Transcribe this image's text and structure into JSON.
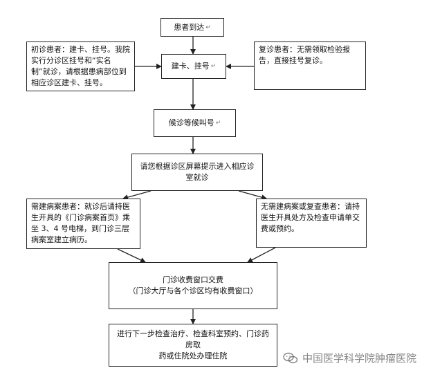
{
  "nodes": {
    "arrival": "患者到达",
    "first_visit": "初诊患者：建卡、挂号。我院实行分诊区挂号和“实名制”就诊，请根据患病部位到相应诊区建卡、挂号。",
    "register": "建卡、挂号",
    "return_visit": "复诊患者：无需领取检验报告，直接挂号复诊。",
    "wait": "候诊等候叫号",
    "enter_room_line1": "请您根据诊区屏幕提示进入相应诊",
    "enter_room_line2": "室就诊",
    "need_record": "需建病案患者：就诊后请持医生开具的《门诊病案首页》乘坐 3、4 号电梯，到门诊三层病案室建立病历。",
    "no_record": "无需建病案或复查患者：请持医生开具处方及检查申请单交费或预约。",
    "payment_line1": "门诊收费窗口交费",
    "payment_line2": "（门诊大厅与各个诊区均有收费窗口）",
    "next_step_line1": "进行下一步检查治疗、检查科室预约、门诊药房取",
    "next_step_line2": "药或住院处办理住院"
  },
  "watermark": "中国医学科学院肿瘤医院"
}
